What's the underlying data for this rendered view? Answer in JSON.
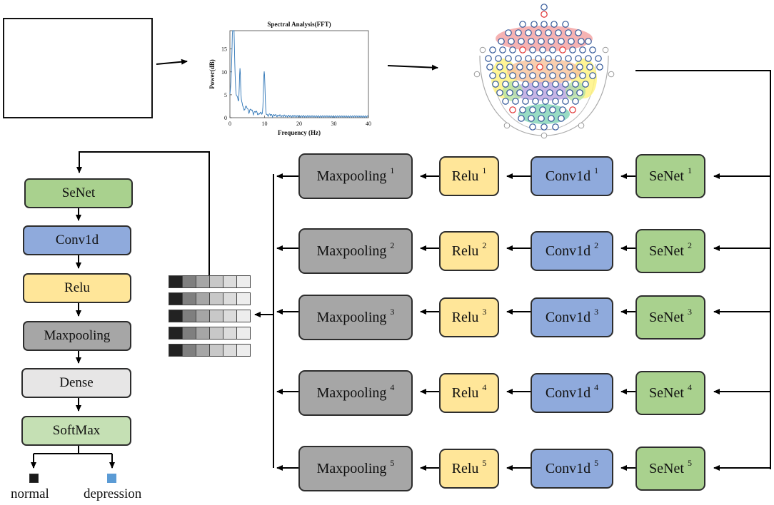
{
  "spectrum": {
    "title": "Spectral Analysis(FFT)",
    "xlabel": "Frequency (Hz)",
    "ylabel": "Power(dB)",
    "x_ticks": [
      "0",
      "10",
      "20",
      "30",
      "40"
    ],
    "y_ticks": [
      "0",
      "5",
      "10",
      "15"
    ],
    "xlim": [
      0,
      40
    ],
    "ylim": [
      0,
      19
    ]
  },
  "left_stack": [
    {
      "label": "SeNet",
      "color": "#a9d18e"
    },
    {
      "label": "Conv1d",
      "color": "#8faadc"
    },
    {
      "label": "Relu",
      "color": "#ffe699"
    },
    {
      "label": "Maxpooling",
      "color": "#a6a6a6"
    },
    {
      "label": "Dense",
      "color": "#e7e6e6"
    },
    {
      "label": "SoftMax",
      "color": "#c5e0b4"
    }
  ],
  "outputs": {
    "normal": {
      "label": "normal",
      "color": "#1a1a1a"
    },
    "depression": {
      "label": "depression",
      "color": "#5b9bd5"
    }
  },
  "branches": [
    {
      "maxpool": "Maxpooling",
      "relu": "Relu",
      "conv": "Conv1d",
      "senet": "SeNet",
      "index": "1"
    },
    {
      "maxpool": "Maxpooling",
      "relu": "Relu",
      "conv": "Conv1d",
      "senet": "SeNet",
      "index": "2"
    },
    {
      "maxpool": "Maxpooling",
      "relu": "Relu",
      "conv": "Conv1d",
      "senet": "SeNet",
      "index": "3"
    },
    {
      "maxpool": "Maxpooling",
      "relu": "Relu",
      "conv": "Conv1d",
      "senet": "SeNet",
      "index": "4"
    },
    {
      "maxpool": "Maxpooling",
      "relu": "Relu",
      "conv": "Conv1d",
      "senet": "SeNet",
      "index": "5"
    }
  ],
  "feature_map": {
    "rows": 5,
    "cell_colors": [
      "#222222",
      "#7f7f7f",
      "#a6a6a6",
      "#c8c8c8",
      "#dcdcdc",
      "#ededed"
    ]
  },
  "colors": {
    "senet": "#a9d18e",
    "conv": "#8faadc",
    "relu": "#ffe699",
    "maxpool": "#a6a6a6",
    "dense": "#e7e6e6",
    "softmax": "#c5e0b4",
    "eeg_line": "#5b9bd5"
  }
}
